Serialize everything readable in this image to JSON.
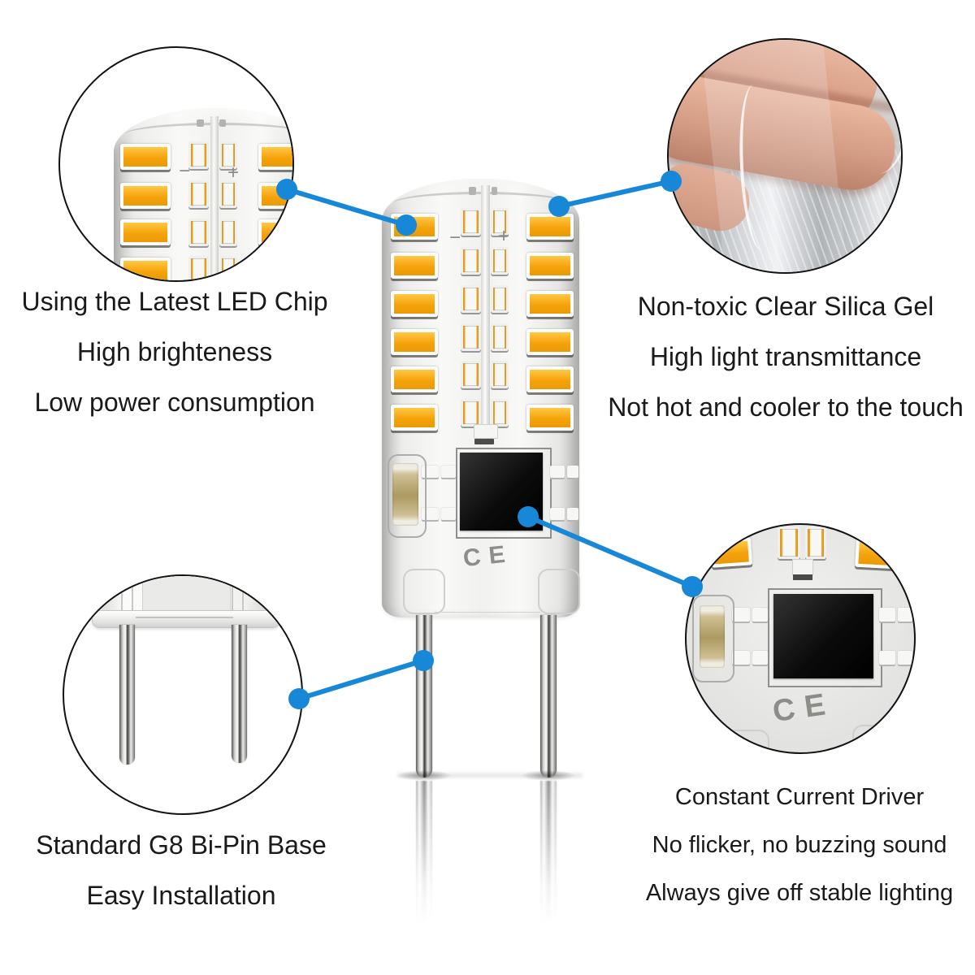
{
  "colors": {
    "accent_blue": "#1787d8",
    "led_amber": "#f5a30b",
    "led_amber_light": "#ffc845",
    "text": "#1a1a1a",
    "circle_border": "#121212",
    "tan": "#ac9a60"
  },
  "bulb": {
    "ce_mark": "CE",
    "polarity_minus": "−",
    "polarity_plus": "+"
  },
  "callouts": {
    "led_chip": {
      "lines": [
        "Using the Latest LED Chip",
        "High brighteness",
        "Low power consumption"
      ]
    },
    "silica_gel": {
      "lines": [
        "Non-toxic Clear Silica Gel",
        "High light transmittance",
        "Not hot and cooler to the touch"
      ]
    },
    "base": {
      "lines": [
        "Standard G8 Bi-Pin Base",
        "Easy Installation"
      ]
    },
    "driver": {
      "lines": [
        "Constant Current Driver",
        "No flicker, no buzzing sound",
        "Always give off stable lighting"
      ]
    }
  }
}
